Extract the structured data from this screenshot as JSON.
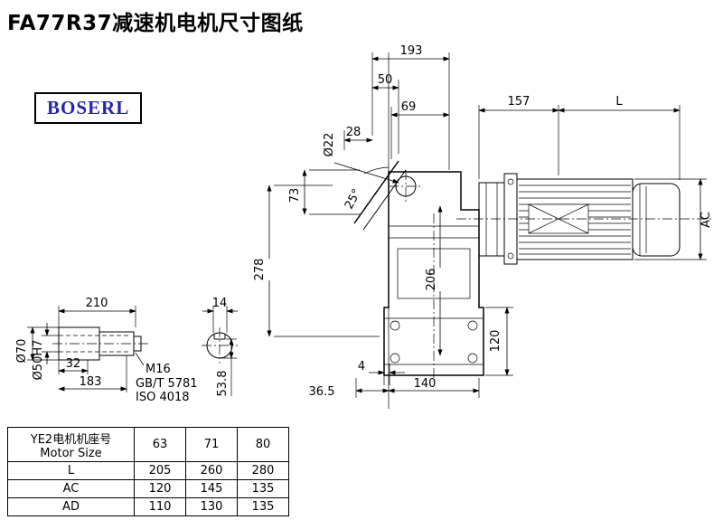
{
  "page": {
    "title": "FA77R37减速机电机尺寸图纸",
    "logo": "BOSERL"
  },
  "dims": {
    "w193": "193",
    "w50": "50",
    "w69": "69",
    "w28": "28",
    "dia22": "Ø22",
    "h73": "73",
    "ang25": "25°",
    "h278": "278",
    "w157": "157",
    "L": "L",
    "AC": "AC",
    "h206": "206",
    "h120": "120",
    "w4": "4",
    "w36_5": "36.5",
    "w140": "140",
    "w210": "210",
    "w14": "14",
    "dia70": "Ø70",
    "dia50": "Ø50H7",
    "w32": "32",
    "w183": "183",
    "m16": "M16",
    "gb": "GB/T 5781",
    "iso": "ISO 4018",
    "h53_8": "53.8"
  },
  "table": {
    "header": {
      "line1": "YE2电机机座号",
      "line2": "Motor Size"
    },
    "sizes": [
      "63",
      "71",
      "80"
    ],
    "rows": [
      {
        "label": "L",
        "values": [
          "205",
          "260",
          "280"
        ]
      },
      {
        "label": "AC",
        "values": [
          "120",
          "145",
          "135"
        ]
      },
      {
        "label": "AD",
        "values": [
          "110",
          "130",
          "135"
        ]
      }
    ]
  }
}
